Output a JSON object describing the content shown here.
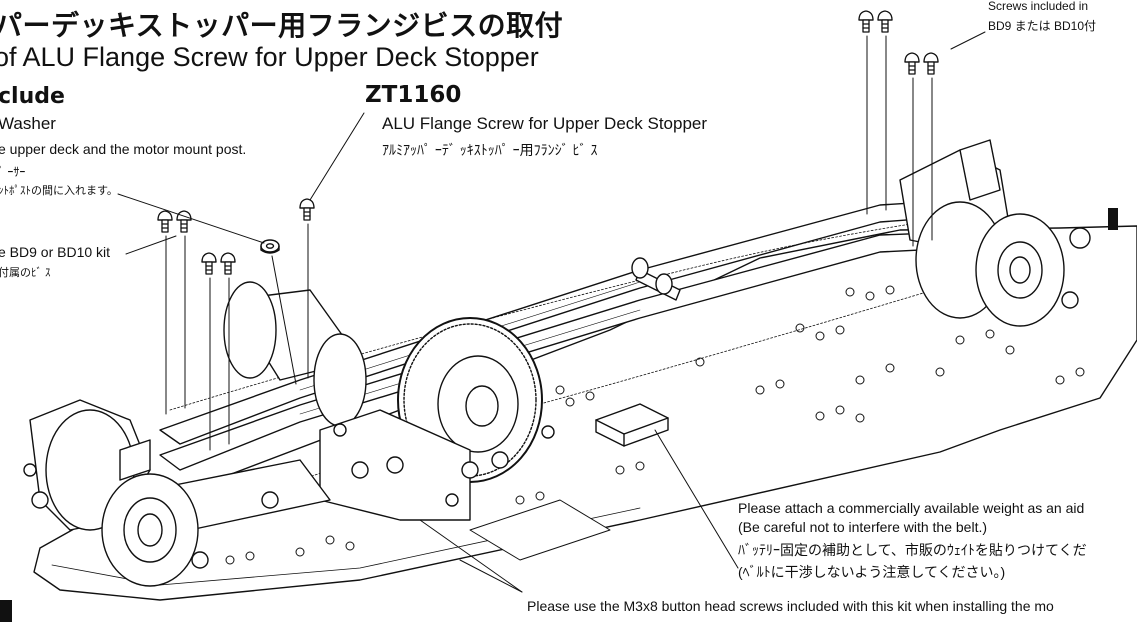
{
  "title_jp": "パーデッキストッパー用フランジビスの取付",
  "title_en": "of ALU Flange Screw for Upper Deck Stopper",
  "include_heading": "clude",
  "washer": {
    "label_en": "Washer",
    "note_en": "e upper deck and the motor mount post.",
    "label_jp": "ﾟ ｰｻｰ",
    "note_jp": "ﾝﾄﾎﾟｽﾄの間に入れます。"
  },
  "part": {
    "code": "ZT1160",
    "name_en": "ALU Flange Screw for Upper Deck Stopper",
    "name_jp": "ｱﾙﾐｱｯﾊﾟ ｰﾃﾞ ｯｷｽﾄｯﾊﾟ ｰ用ﾌﾗﾝｼﾞ ﾋﾞ ｽ"
  },
  "kit_screws_left": {
    "en": "e BD9 or BD10 kit",
    "jp": "付属のﾋﾞ ｽ"
  },
  "kit_screws_right": {
    "en": "Screws included in",
    "jp": "BD9 または BD10付"
  },
  "weight_note": {
    "line1": "Please attach a commercially available weight as an aid",
    "line2": "(Be careful not to interfere with the belt.)",
    "line3": "ﾊﾞｯﾃﾘｰ固定の補助として、市販のｳｪｲﾄを貼りつけてくだ",
    "line4": "(ﾍﾞﾙﾄに干渉しないよう注意してください。)"
  },
  "bottom_note": "Please use the M3x8 button head screws included with this kit when installing the mo"
}
